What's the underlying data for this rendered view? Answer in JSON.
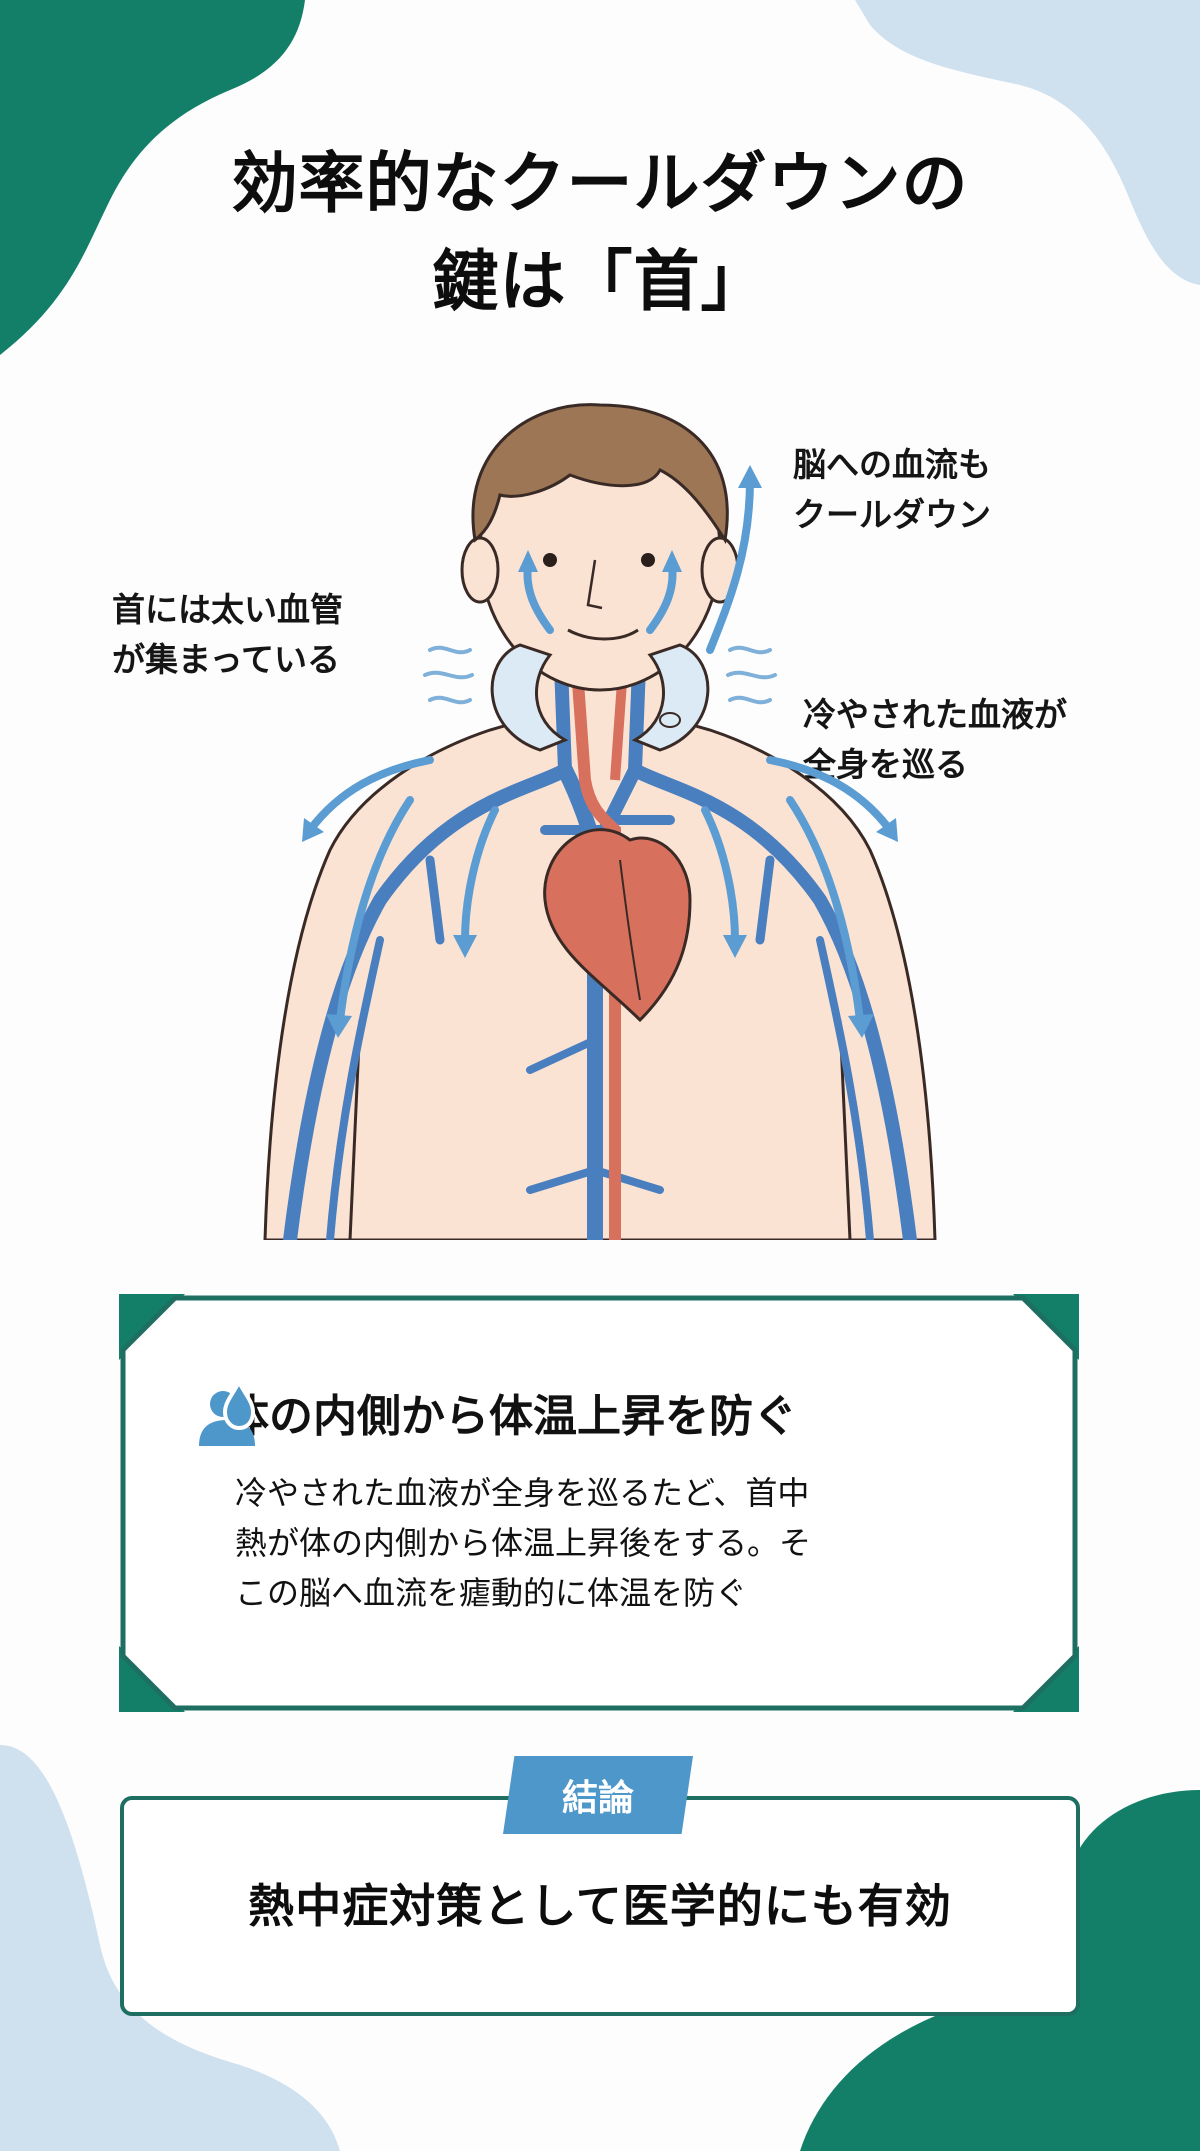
{
  "title": {
    "line1": "効率的なクールダウンの",
    "line2": "鍵は「首」"
  },
  "illustration": {
    "description": "Man wearing a neck cooler with veins/arteries and blue arrows showing cooled blood circulating",
    "callouts": {
      "left": {
        "line1": "首には太い血管",
        "line2": "が集まっている"
      },
      "top_right": {
        "line1": "脳への血流も",
        "line2": "クールダウン"
      },
      "right": {
        "line1": "冷やされた血液が",
        "line2": "全身を巡る"
      }
    }
  },
  "info_box": {
    "icon": "person-water-drop-icon",
    "heading": "体の内側から体温上昇を防ぐ",
    "body_lines": [
      "冷やされた血液が全身を巡るたど、首中",
      "熱が体の内側から体温上昇後をする。そ",
      "この脳へ血流を瘧動的に体温を防ぐ"
    ]
  },
  "conclusion": {
    "badge": "結論",
    "text": "熱中症対策として医学的にも有効"
  },
  "colors": {
    "green": "#137f68",
    "light_blue": "#cfe0ee",
    "accent_blue": "#4d97cb",
    "border_green": "#1e6e62",
    "vein_blue": "#4a7fbf",
    "artery_red": "#d8705e",
    "skin": "#fbe3d4",
    "hair": "#9c7655"
  }
}
